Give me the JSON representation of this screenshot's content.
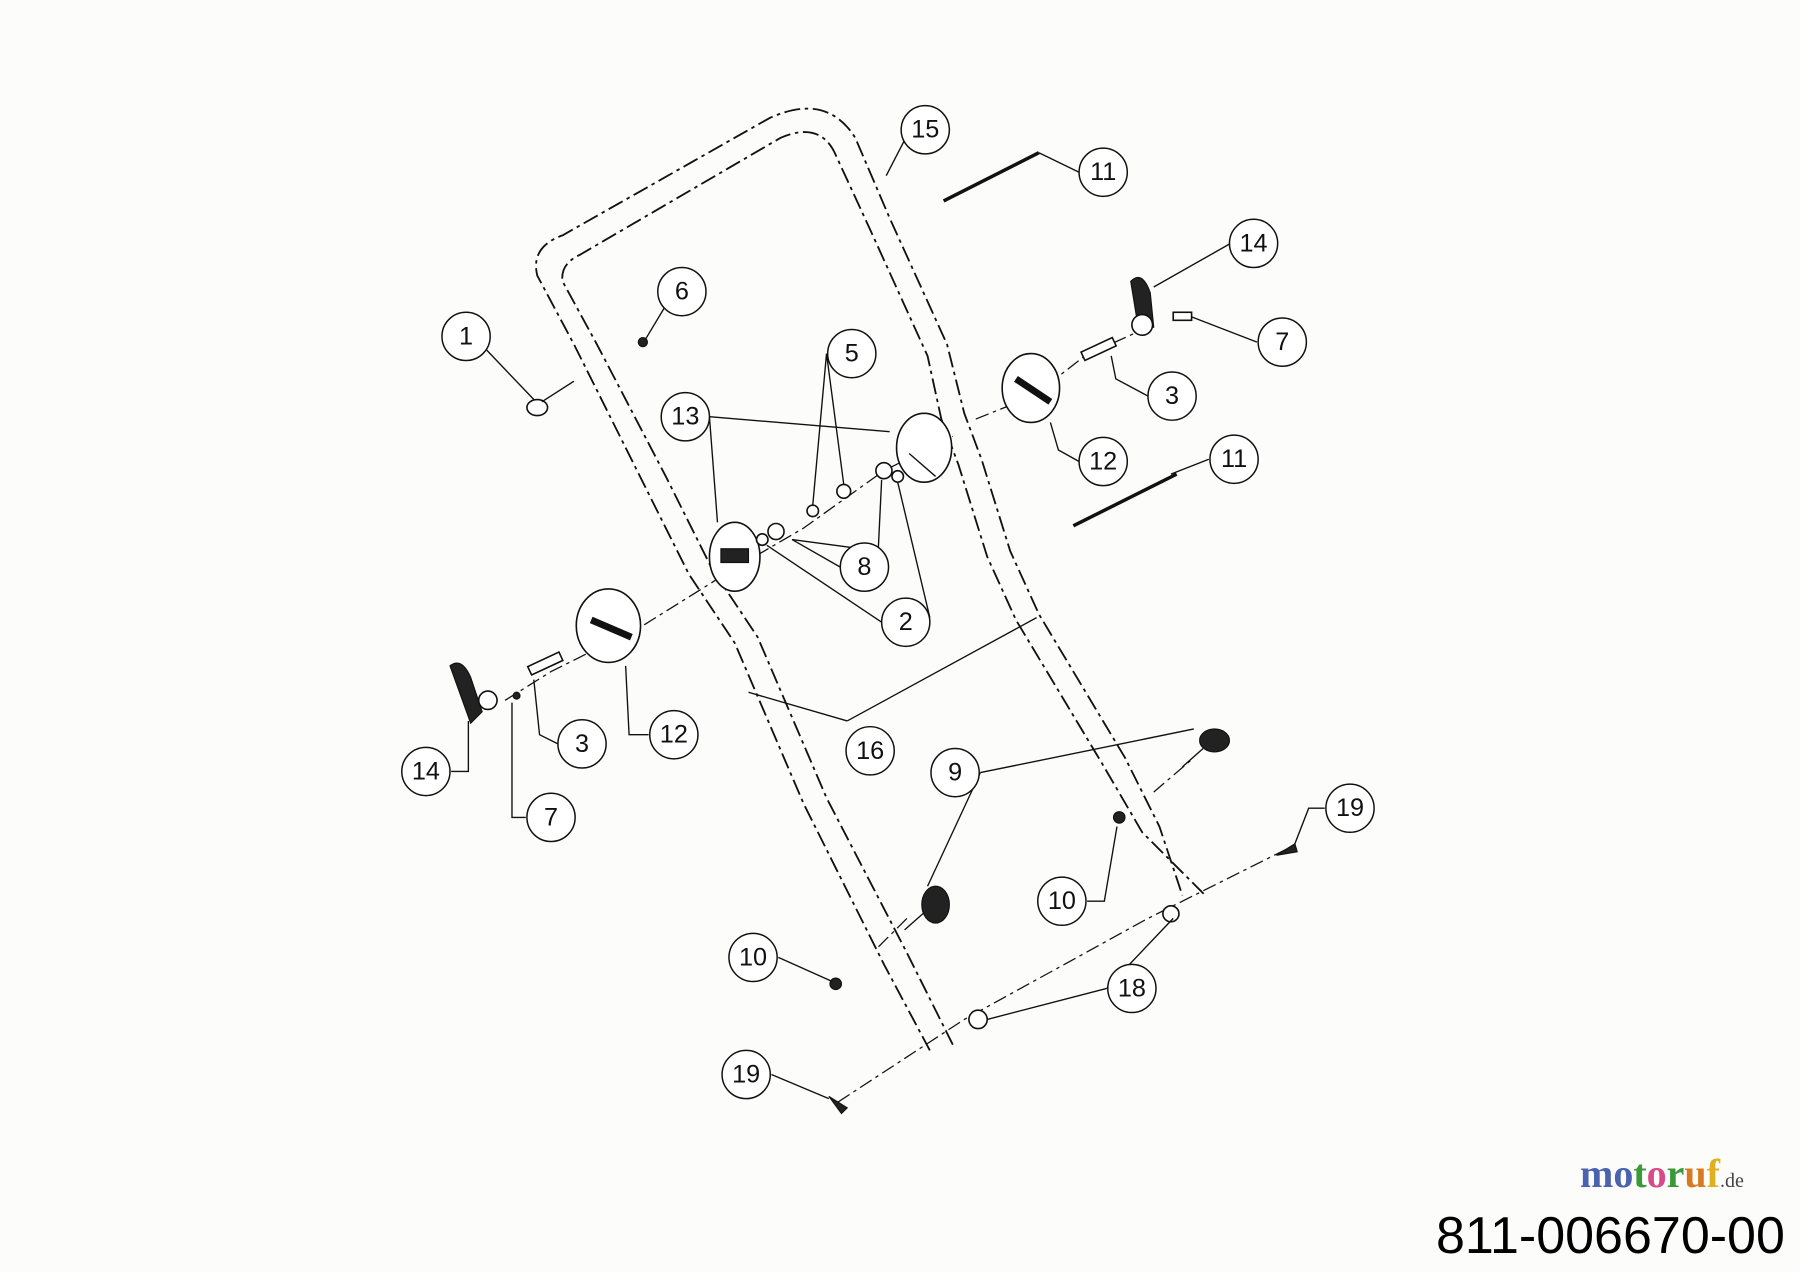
{
  "diagram": {
    "part_number": "811-006670-00",
    "watermark": {
      "text": "motoruf",
      "suffix": ".de",
      "colors": [
        "#4a62b0",
        "#4a62b0",
        "#3a9a3a",
        "#d94a8a",
        "#3a9a3a",
        "#d97a20",
        "#e0b020"
      ]
    },
    "callouts": [
      "15",
      "11",
      "14",
      "6",
      "5",
      "1",
      "7",
      "3",
      "13",
      "12",
      "11",
      "8",
      "2",
      "12",
      "3",
      "14",
      "16",
      "9",
      "7",
      "19",
      "10",
      "10",
      "18",
      "19"
    ]
  }
}
